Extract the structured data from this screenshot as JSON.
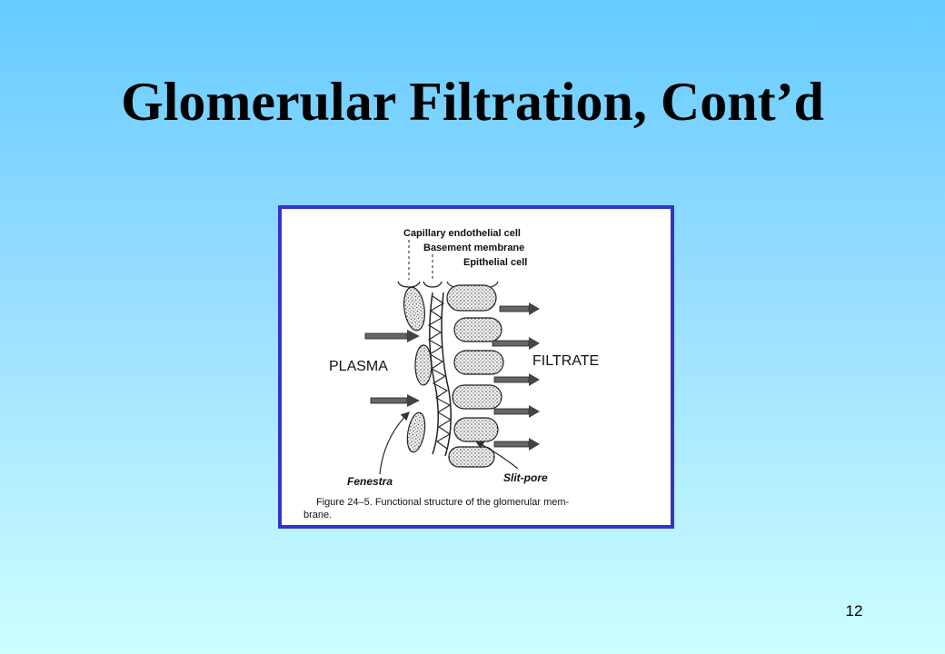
{
  "slide": {
    "title": "Glomerular Filtration, Cont’d",
    "page_number": "12"
  },
  "figure": {
    "labels": {
      "capillary_endothelial_cell": "Capillary endothelial cell",
      "basement_membrane": "Basement membrane",
      "epithelial_cell": "Epithelial cell",
      "plasma": "PLASMA",
      "filtrate": "FILTRATE",
      "fenestra": "Fenestra",
      "slit_pore": "Slit-pore"
    },
    "caption_line1": "Figure 24–5. Functional structure of the glomerular mem-",
    "caption_line2": "brane."
  },
  "colors": {
    "frame_border": "#3333cc",
    "background_top": "#66ccff",
    "background_bottom": "#ccffff"
  }
}
